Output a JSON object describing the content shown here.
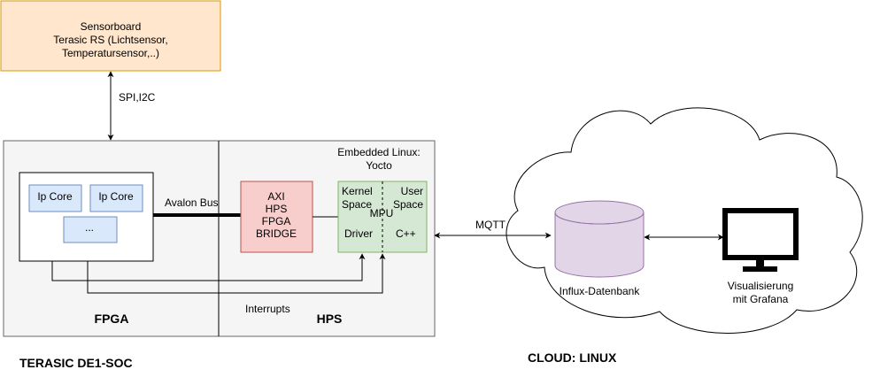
{
  "sensorboard": {
    "line1": "Sensorboard",
    "line2": "Terasic RS (Lichtsensor,",
    "line3": "Temperatursensor,..)"
  },
  "link_spi": "SPI,I2C",
  "fpga": {
    "label": "FPGA",
    "ip_core_1": "Ip Core",
    "ip_core_2": "Ip Core",
    "ip_more": "..."
  },
  "avalon_bus": "Avalon Bus",
  "hps": {
    "label": "HPS",
    "linux_line1": "Embedded Linux:",
    "linux_line2": "Yocto",
    "bridge": [
      "AXI",
      "HPS",
      "FPGA",
      "BRIDGE"
    ],
    "mpu": {
      "kernel_line1": "Kernel",
      "kernel_line2": "Space",
      "user_line1": "User",
      "user_line2": "Space",
      "label": "MPU",
      "driver": "Driver",
      "cpp": "C++"
    },
    "interrupts": "Interrupts"
  },
  "board_title": "TERASIC DE1-SOC",
  "mqtt": "MQTT",
  "cloud": {
    "title": "CLOUD: LINUX",
    "db": "Influx-Datenbank",
    "vis_line1": "Visualisierung",
    "vis_line2": "mit Grafana"
  },
  "colors": {
    "sensor_fill": "#ffe6cc",
    "sensor_stroke": "#d79b00",
    "board_fill": "#f5f5f5",
    "ip_fill": "#dae8fc",
    "ip_stroke": "#6c8ebf",
    "bridge_fill": "#f8cecc",
    "bridge_stroke": "#b85450",
    "mpu_fill": "#d5e8d4",
    "mpu_stroke": "#82b366",
    "db_fill": "#e1d5e7",
    "db_stroke": "#9673a6"
  }
}
